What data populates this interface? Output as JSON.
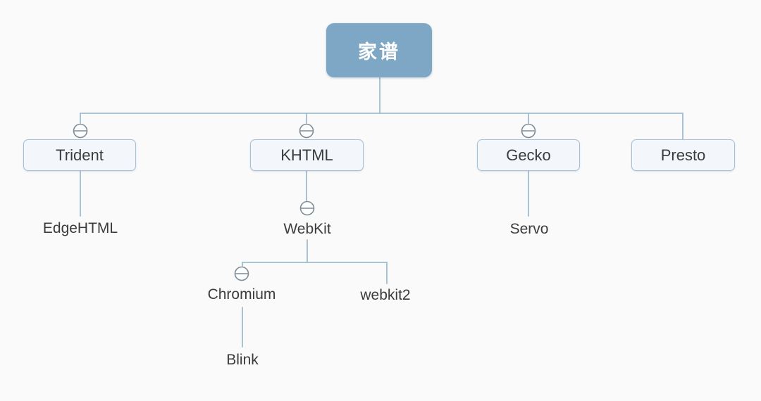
{
  "colors": {
    "background": "#fafafa",
    "root_fill": "#7da7c4",
    "root_text": "#ffffff",
    "node_fill": "#f3f6fa",
    "node_border": "#a6c0d8",
    "connector_line": "#9fbcce",
    "collapse_icon_stroke": "#7f8c95",
    "label_text": "#3c3c3c"
  },
  "nodes": {
    "root": {
      "label": "家谱"
    },
    "trident": {
      "label": "Trident"
    },
    "khtml": {
      "label": "KHTML"
    },
    "gecko": {
      "label": "Gecko"
    },
    "presto": {
      "label": "Presto"
    },
    "edgehtml": {
      "label": "EdgeHTML"
    },
    "webkit": {
      "label": "WebKit"
    },
    "servo": {
      "label": "Servo"
    },
    "chromium": {
      "label": "Chromium"
    },
    "webkit2": {
      "label": "webkit2"
    },
    "blink": {
      "label": "Blink"
    }
  },
  "hierarchy": {
    "家谱": [
      "Trident",
      "KHTML",
      "Gecko",
      "Presto"
    ],
    "Trident": [
      "EdgeHTML"
    ],
    "KHTML": [
      "WebKit"
    ],
    "Gecko": [
      "Servo"
    ],
    "WebKit": [
      "Chromium",
      "webkit2"
    ],
    "Chromium": [
      "Blink"
    ]
  },
  "collapse_icons": {
    "glyph": "minus-circle",
    "state": "expanded",
    "attached_to": [
      "Trident",
      "KHTML",
      "Gecko",
      "WebKit",
      "Chromium"
    ]
  }
}
